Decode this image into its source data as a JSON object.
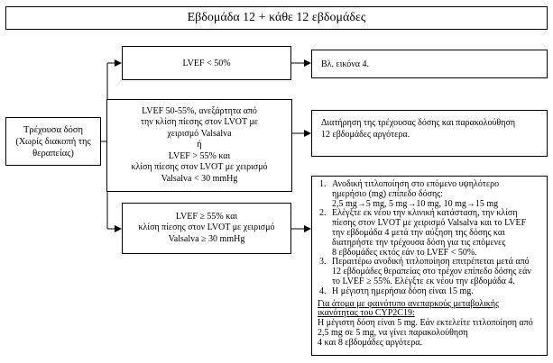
{
  "title": "Εβδομάδα 12 + κάθε 12 εβδομάδες",
  "start_box": {
    "line1": "Τρέχουσα δόση",
    "line2": "(Χωρίς διακοπή της",
    "line3": "θεραπείας)"
  },
  "condition1": {
    "text": "LVEF < 50%"
  },
  "condition2": {
    "line1": "LVEF 50-55%, ανεξάρτητα από",
    "line2": "την κλίση πίεσης στον LVOT με",
    "line3": "χειρισμό Valsalva",
    "line4": "ή",
    "line5": "LVEF > 55% και",
    "line6": "κλίση πίεσης στον LVOT με χειρισμό",
    "line7": "Valsalva < 30 mmHg"
  },
  "condition3": {
    "line1": "LVEF ≥ 55% και",
    "line2": "κλίση πίεσης στον LVOT με χειρισμό",
    "line3": "Valsalva ≥ 30 mmHg"
  },
  "action1": {
    "text": "Βλ. εικόνα 4."
  },
  "action2": {
    "line1": "Διατήρηση της τρέχουσας δόσης και παρακολούθηση",
    "line2": "12 εβδομάδες αργότερα."
  },
  "action3": {
    "items": [
      {
        "num": "1.",
        "lines": [
          "Ανοδική τιτλοποίηση στο επόμενο υψηλότερο",
          "ημερήσιο (mg) επίπεδο δόσης:",
          "2,5 mg→5 mg, 5 mg→10 mg, 10 mg→15 mg"
        ]
      },
      {
        "num": "2.",
        "lines": [
          "Ελέγξτε εκ νέου την κλινική κατάσταση, την κλίση",
          "πίεσης στον LVOT με χειρισμό Valsalva και το LVEF",
          "την εβδομάδα 4 μετά την αύξηση της δόσης και",
          "διατηρήστε την τρέχουσα δόση για τις επόμενες",
          "8 εβδομάδες εκτός εάν το LVEF < 50%."
        ]
      },
      {
        "num": "3.",
        "lines": [
          "Περαιτέρω ανοδική τιτλοποίηση επιτρέπεται μετά από",
          "12 εβδομάδες θεραπείας στο τρέχον επίπεδο δόσης εάν",
          "το LVEF ≥ 55%. Ελέγξτε εκ νέου την εβδομάδα 4."
        ]
      },
      {
        "num": "4.",
        "lines": [
          "Η μέγιστη ημερήσια δόση είναι 15 mg."
        ]
      }
    ],
    "cyp_heading_line1": "Για άτομα με φαινότυπο ανεπαρκούς μεταβολικής",
    "cyp_heading_line2": "ικανότητας του CYP2C19:",
    "cyp_line1": "Η μέγιστη δόση είναι 5 mg. Εάν εκτελείτε τιτλοποίηση από",
    "cyp_line2": "2,5 mg σε 5 mg, να γίνει παρακολούθηση",
    "cyp_line3": "4 και 8 εβδομάδες αργότερα."
  }
}
